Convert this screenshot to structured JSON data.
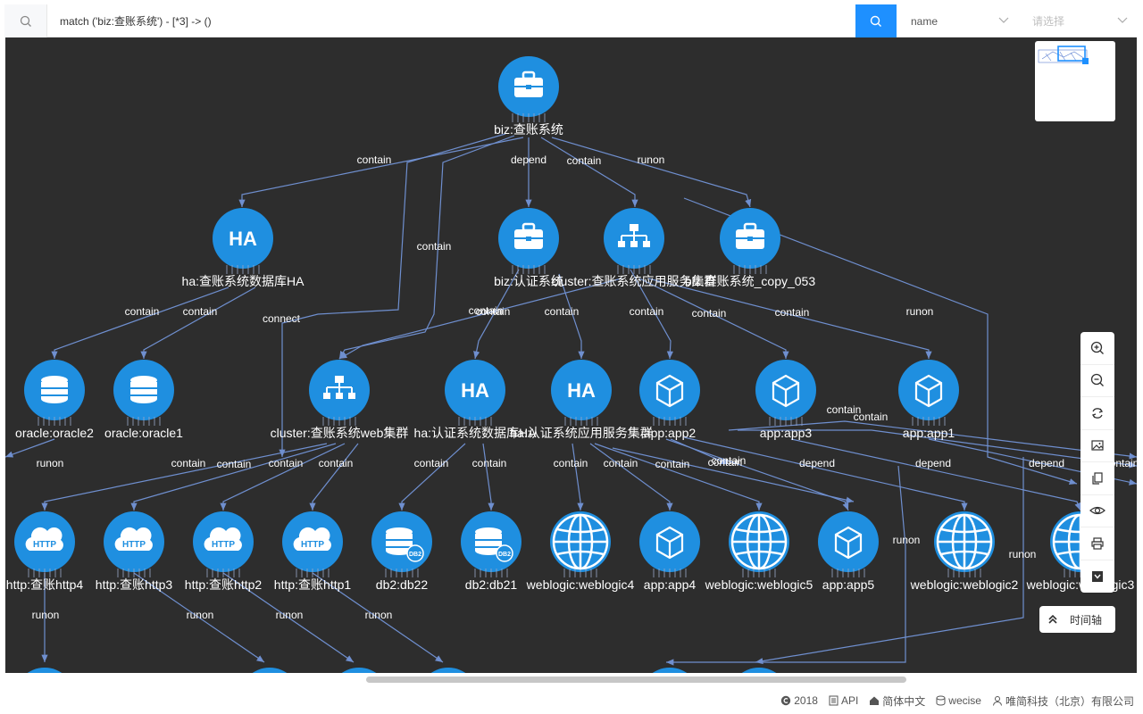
{
  "search": {
    "query": "match ('biz:查账系统') - [*3] -> ()",
    "field_select": "name",
    "value_placeholder": "请选择"
  },
  "graph": {
    "nodes": [
      {
        "id": "n1",
        "label": "biz:查账系统",
        "type": "briefcase-icon"
      },
      {
        "id": "n2",
        "label": "ha:查账系统数据库HA",
        "type": "ha-icon"
      },
      {
        "id": "n3",
        "label": "biz:认证系统",
        "type": "briefcase-icon"
      },
      {
        "id": "n4",
        "label": "cluster:查账系统应用服务集群",
        "type": "cluster-icon"
      },
      {
        "id": "n5",
        "label": "biz:查账系统_copy_053",
        "type": "briefcase-icon"
      },
      {
        "id": "n6",
        "label": "oracle:oracle2",
        "type": "database-icon"
      },
      {
        "id": "n7",
        "label": "oracle:oracle1",
        "type": "database-icon"
      },
      {
        "id": "n8",
        "label": "cluster:查账系统web集群",
        "type": "cluster-icon"
      },
      {
        "id": "n9",
        "label": "ha:认证系统数据库HA",
        "type": "ha-icon"
      },
      {
        "id": "n10",
        "label": "ha:认证系统应用服务集群",
        "type": "ha-icon"
      },
      {
        "id": "n11",
        "label": "app:app2",
        "type": "cube-icon"
      },
      {
        "id": "n12",
        "label": "app:app3",
        "type": "cube-icon"
      },
      {
        "id": "n13",
        "label": "app:app1",
        "type": "cube-icon"
      },
      {
        "id": "n14",
        "label": "http:查账http4",
        "type": "http-cloud-icon"
      },
      {
        "id": "n15",
        "label": "http:查账http3",
        "type": "http-cloud-icon"
      },
      {
        "id": "n16",
        "label": "http:查账http2",
        "type": "http-cloud-icon"
      },
      {
        "id": "n17",
        "label": "http:查账http1",
        "type": "http-cloud-icon"
      },
      {
        "id": "n18",
        "label": "db2:db22",
        "type": "db2-icon"
      },
      {
        "id": "n19",
        "label": "db2:db21",
        "type": "db2-icon"
      },
      {
        "id": "n20",
        "label": "weblogic:weblogic4",
        "type": "globe-icon"
      },
      {
        "id": "n21",
        "label": "app:app4",
        "type": "cube-icon"
      },
      {
        "id": "n22",
        "label": "weblogic:weblogic5",
        "type": "globe-icon"
      },
      {
        "id": "n23",
        "label": "app:app5",
        "type": "cube-icon"
      },
      {
        "id": "n24",
        "label": "weblogic:weblogic2",
        "type": "globe-icon"
      },
      {
        "id": "n25",
        "label": "weblogic:weblogic3",
        "type": "globe-icon"
      }
    ],
    "edge_labels": [
      "contain",
      "depend",
      "contain",
      "runon",
      "contain",
      "contain",
      "contain",
      "connect",
      "contain",
      "contain",
      "contain",
      "contain",
      "runon",
      "contain",
      "contain",
      "contain",
      "contain",
      "contain",
      "contain",
      "contain",
      "contain",
      "contain",
      "contain",
      "depend",
      "depend",
      "depend",
      "runon",
      "runon",
      "runon",
      "runon",
      "runon",
      "runon",
      "runon",
      "contain",
      "contain",
      "contain",
      "contain",
      "contain",
      "contain"
    ]
  },
  "timeline": {
    "label": "时间轴"
  },
  "footer": {
    "year": "2018",
    "api": "API",
    "language": "简体中文",
    "brand": "wecise",
    "company": "唯简科技（北京）有限公司"
  },
  "colors": {
    "accent": "#1e90ff",
    "node": "#1f8fe0",
    "edge": "#6f8fcf",
    "canvas": "#2d2d2d"
  }
}
